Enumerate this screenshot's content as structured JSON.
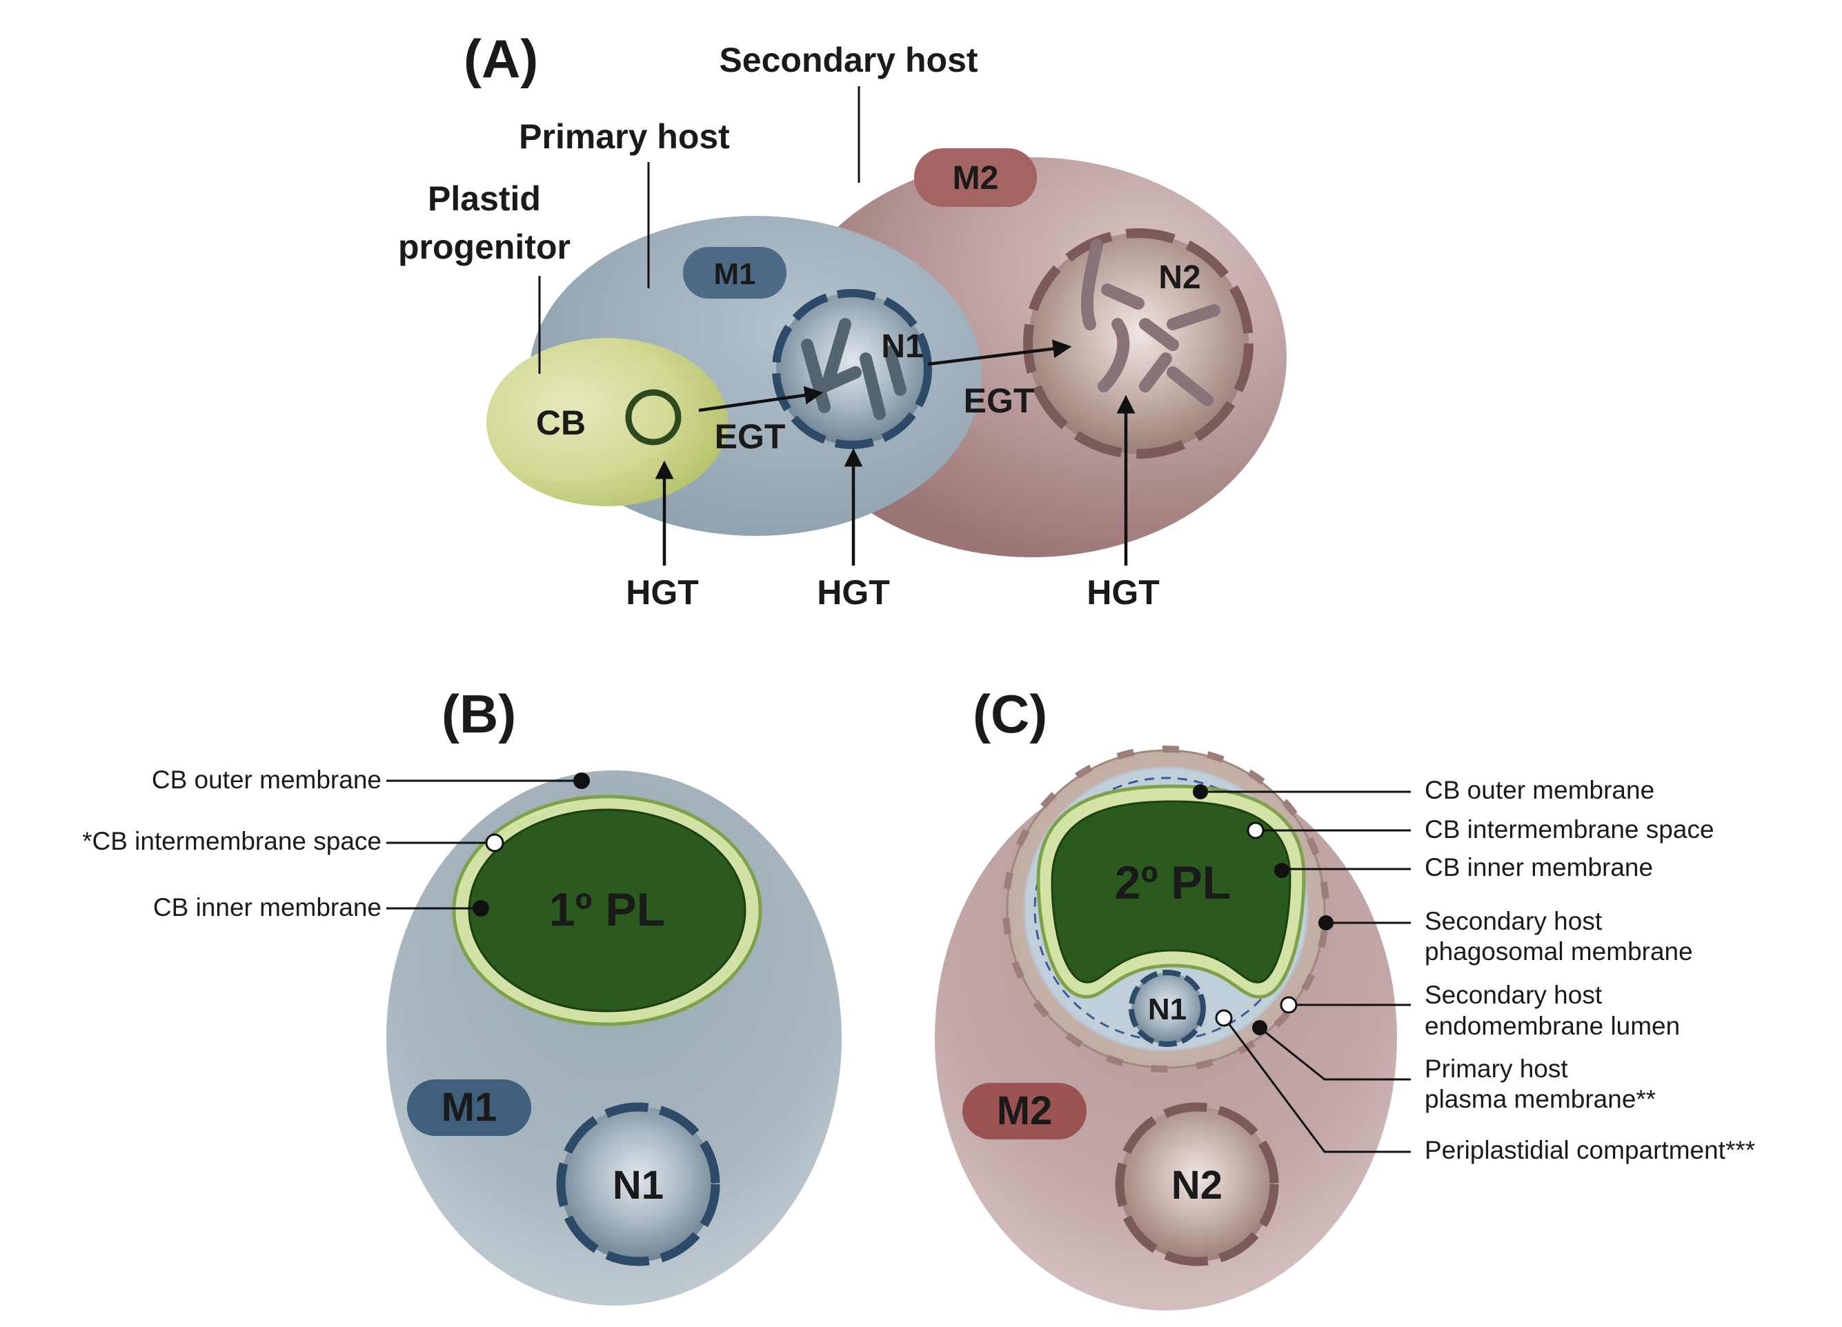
{
  "panel_a": {
    "label": "(A)",
    "secondary_host": "Secondary host",
    "primary_host": "Primary host",
    "plastid_progenitor_line1": "Plastid",
    "plastid_progenitor_line2": "progenitor",
    "m1": "M1",
    "m2": "M2",
    "n1": "N1",
    "n2": "N2",
    "cb": "CB",
    "egt_1": "EGT",
    "egt_2": "EGT",
    "hgt_1": "HGT",
    "hgt_2": "HGT",
    "hgt_3": "HGT"
  },
  "panel_b": {
    "label": "(B)",
    "plastid": "1º PL",
    "m1": "M1",
    "n1": "N1",
    "callouts": {
      "outer": "CB outer membrane",
      "intermembrane": "*CB intermembrane space",
      "inner": "CB inner membrane"
    }
  },
  "panel_c": {
    "label": "(C)",
    "plastid": "2º PL",
    "m2": "M2",
    "n1": "N1",
    "n2": "N2",
    "callouts": {
      "outer": "CB outer membrane",
      "intermembrane": "CB intermembrane space",
      "inner": "CB inner membrane",
      "phagosomal_line1": "Secondary host",
      "phagosomal_line2": "phagosomal membrane",
      "endomembrane_line1": "Secondary host",
      "endomembrane_line2": "endomembrane lumen",
      "plasma_line1": "Primary host",
      "plasma_line2": "plasma membrane**",
      "periplastidial": "Periplastidial compartment***"
    }
  },
  "colors": {
    "cb_yellow_green": "#d3da95",
    "primary_host_blue_gray": "#9aabb6",
    "secondary_host_mauve": "#b49494",
    "plastid_dark_green": "#2a5a1f",
    "plastid_rim_light_green": "#cfe0a2",
    "nucleus1_dashed_blue": "#2d4a68",
    "nucleus2_dashed_brown": "#7c5a5a",
    "m1_badge": "#3f5f7d",
    "m2_badge": "#8e4f4b"
  }
}
